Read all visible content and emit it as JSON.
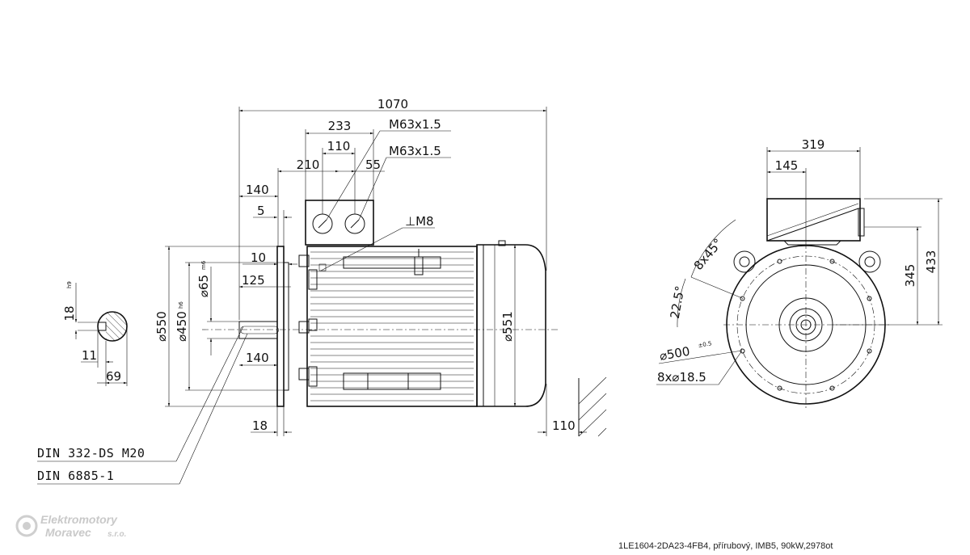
{
  "drawing": {
    "caption": "1LE1604-2DA23-4FB4, přírubový, IMB5, 90kW,2978ot",
    "logo": {
      "line1": "Elektromotory",
      "line2": "Moravec",
      "line3": "s.r.o."
    },
    "side_view": {
      "overall_length": "1070",
      "box_width": "233",
      "gland_spacing": "110",
      "box_offset": "210",
      "gland_offset": "55",
      "gland_1": "M63x1.5",
      "gland_2": "M63x1.5",
      "flange_to_box": "140",
      "flange_thickness": "5",
      "earth_bolt": "⊥M8",
      "spigot_step": "10",
      "shaft_length": "125",
      "key_length": "140",
      "flange_offset": "18",
      "foot_clearance": "110",
      "flange_dia": "⌀550",
      "spigot_dia": "⌀450",
      "spigot_tol": "h6",
      "shaft_dia": "⌀65",
      "shaft_tol": "m6",
      "fan_cover_dia": "⌀551",
      "shaft_thread": "DIN 332-DS M20",
      "key_standard": "DIN 6885-1"
    },
    "shaft_section": {
      "key_width": "18",
      "key_tol": "h9",
      "key_depth": "11",
      "shaft_height": "69"
    },
    "end_view": {
      "box_width": "319",
      "box_offset": "145",
      "height_345": "345",
      "height_433": "433",
      "chamfer": "8x45°",
      "angle": "22.5°",
      "pcd": "⌀500",
      "pcd_tol": "±0.5",
      "holes": "8x⌀18.5"
    }
  }
}
